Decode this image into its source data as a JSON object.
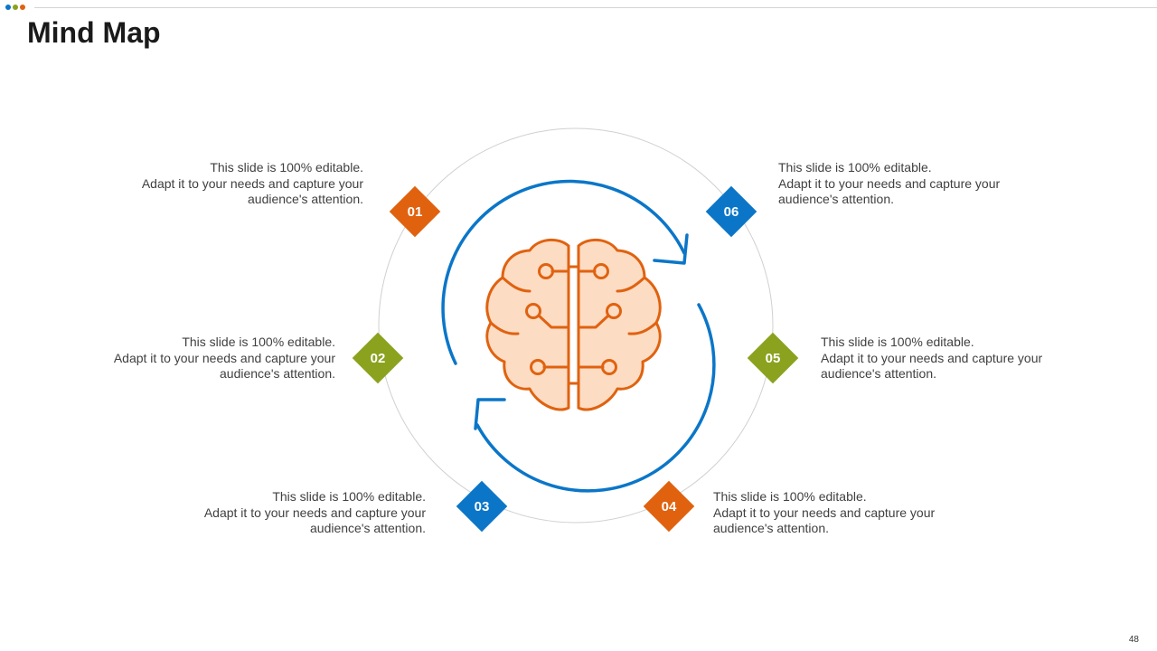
{
  "title": "Mind Map",
  "page_number": "48",
  "colors": {
    "orange": "#E0620F",
    "blue": "#0B76C8",
    "green": "#8AA21E",
    "brain_fill": "#FDDCC4",
    "brain_stroke": "#E0620F",
    "cycle_arrow": "#0B76C8",
    "ring": "#d0d0d0"
  },
  "nodes": [
    {
      "id": "01",
      "color": "orange",
      "line1": "This slide is 100% editable.",
      "line2": "Adapt it to your needs and capture your",
      "line3": "audience's attention."
    },
    {
      "id": "02",
      "color": "green",
      "line1": "This slide is 100% editable.",
      "line2": "Adapt it to your needs and capture your",
      "line3": "audience's attention."
    },
    {
      "id": "03",
      "color": "blue",
      "line1": "This slide is 100% editable.",
      "line2": "Adapt it to your needs and capture your",
      "line3": "audience's attention."
    },
    {
      "id": "04",
      "color": "orange",
      "line1": "This slide is 100% editable.",
      "line2": "Adapt it to your needs and capture your",
      "line3": "audience's attention."
    },
    {
      "id": "05",
      "color": "green",
      "line1": "This slide is 100% editable.",
      "line2": "Adapt it to your needs and capture your",
      "line3": "audience's attention."
    },
    {
      "id": "06",
      "color": "blue",
      "line1": "This slide is 100% editable.",
      "line2": "Adapt it to your needs and capture your",
      "line3": "audience's attention."
    }
  ],
  "center_icon": "brain-icon",
  "cycle_icon": "cycle-arrows-icon"
}
